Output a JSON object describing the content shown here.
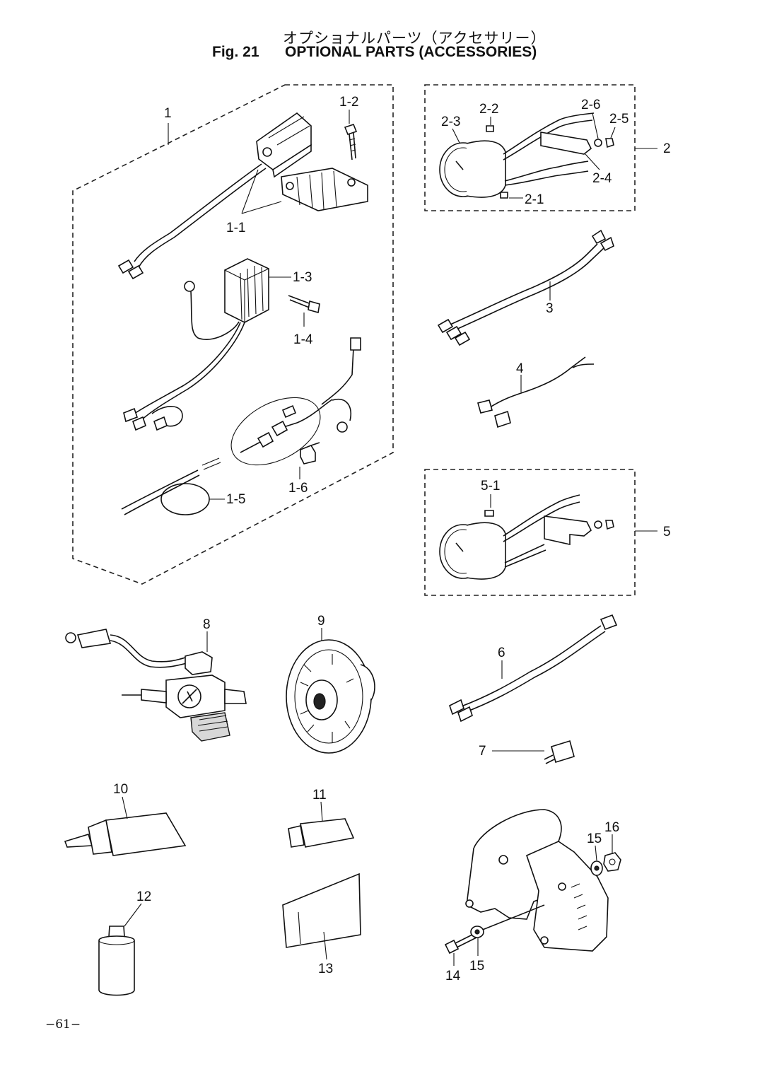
{
  "header": {
    "title_ja": "オプショナルパーツ（アクセサリー）",
    "fig_label": "Fig. 21",
    "title_en": "OPTIONAL PARTS (ACCESSORIES)"
  },
  "callouts": [
    {
      "key": "p1",
      "label": "1"
    },
    {
      "key": "p1_1",
      "label": "1-1"
    },
    {
      "key": "p1_2",
      "label": "1-2"
    },
    {
      "key": "p1_3",
      "label": "1-3"
    },
    {
      "key": "p1_4",
      "label": "1-4"
    },
    {
      "key": "p1_5",
      "label": "1-5"
    },
    {
      "key": "p1_6",
      "label": "1-6"
    },
    {
      "key": "p2",
      "label": "2"
    },
    {
      "key": "p2_1",
      "label": "2-1"
    },
    {
      "key": "p2_2",
      "label": "2-2"
    },
    {
      "key": "p2_3",
      "label": "2-3"
    },
    {
      "key": "p2_4",
      "label": "2-4"
    },
    {
      "key": "p2_5",
      "label": "2-5"
    },
    {
      "key": "p2_6",
      "label": "2-6"
    },
    {
      "key": "p3",
      "label": "3"
    },
    {
      "key": "p4",
      "label": "4"
    },
    {
      "key": "p5",
      "label": "5"
    },
    {
      "key": "p5_1",
      "label": "5-1"
    },
    {
      "key": "p6",
      "label": "6"
    },
    {
      "key": "p7",
      "label": "7"
    },
    {
      "key": "p8",
      "label": "8"
    },
    {
      "key": "p9",
      "label": "9"
    },
    {
      "key": "p10",
      "label": "10"
    },
    {
      "key": "p11",
      "label": "11"
    },
    {
      "key": "p12",
      "label": "12"
    },
    {
      "key": "p13",
      "label": "13"
    },
    {
      "key": "p14",
      "label": "14"
    },
    {
      "key": "p15a",
      "label": "15"
    },
    {
      "key": "p15b",
      "label": "15"
    },
    {
      "key": "p16",
      "label": "16"
    }
  ],
  "footer": {
    "page_number": "−61−"
  }
}
